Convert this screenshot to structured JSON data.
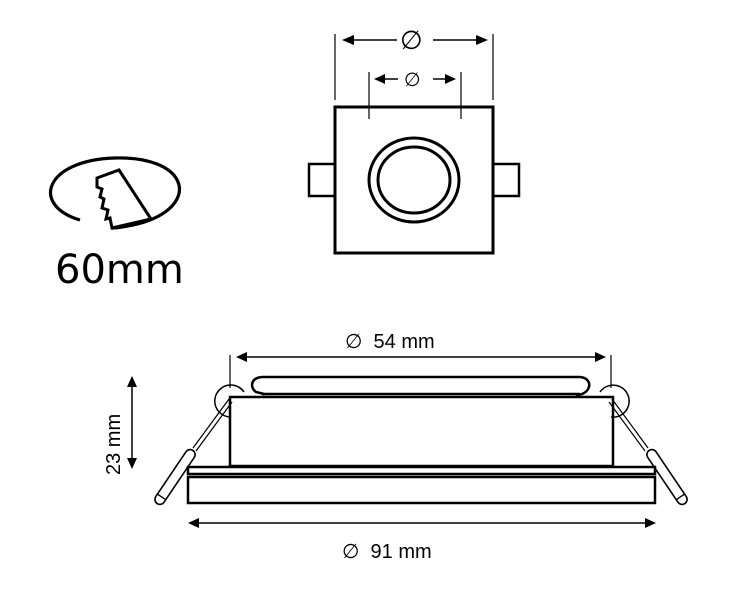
{
  "cutout_badge": {
    "icon": "saw-cutout-icon",
    "label": "60mm"
  },
  "top_view": {
    "outer_dimension_symbol": "∅",
    "inner_dimension_symbol": "∅"
  },
  "side_view": {
    "width_label": "∅  54 mm",
    "height_label": "23 mm",
    "base_label": "∅  91 mm"
  },
  "colors": {
    "line": "#000000",
    "background": "#ffffff"
  }
}
